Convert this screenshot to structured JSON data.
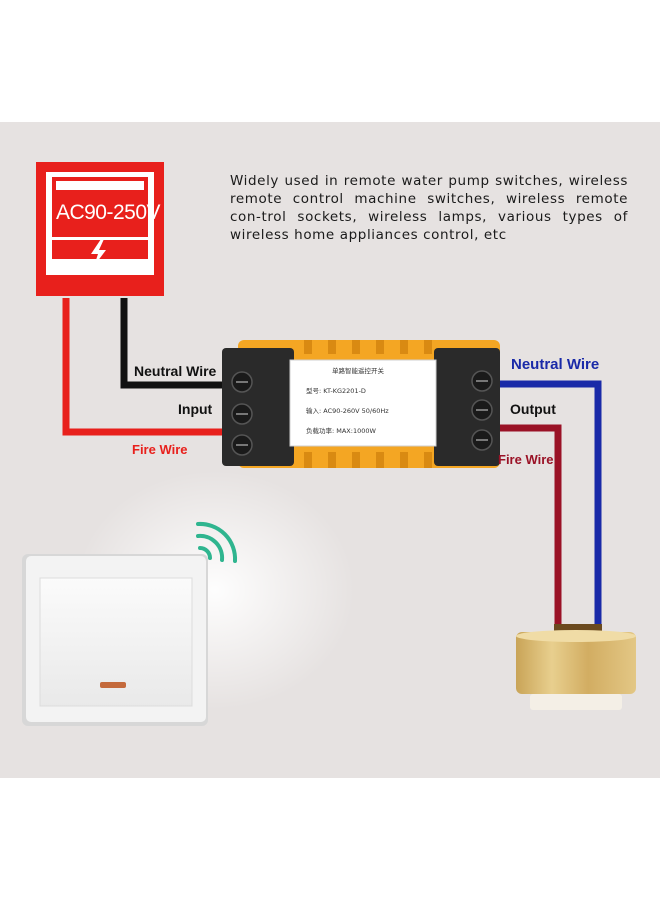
{
  "description": "Widely used in remote water pump switches, wireless remote control machine switches, wireless remote con-trol sockets, wireless lamps, various types of wireless home appliances control, etc",
  "meter": {
    "voltage_label": "AC90-250V",
    "lightning_icon": "lightning-icon"
  },
  "left_side": {
    "neutral_label": "Neutral Wire",
    "input_label": "Input",
    "fire_label": "Fire Wire"
  },
  "right_side": {
    "neutral_label": "Neutral Wire",
    "output_label": "Output",
    "fire_label": "Fire Wire"
  },
  "module_plate": {
    "heading": "单路智能遥控开关",
    "model": "型号: KT-KG2201-D",
    "input": "输入: AC90-260V 50/60Hz",
    "load": "负载功率: MAX:1000W"
  },
  "colors": {
    "meter_red": "#e8201c",
    "neutral_black": "#111111",
    "fire_red": "#e8201c",
    "neutral_blue": "#1a2aa8",
    "fire_darkred": "#9a1226",
    "module_orange": "#f4a623",
    "background": "#e6e2e1",
    "label_red": "#e8201c",
    "label_blue": "#1a2aa8"
  },
  "icons": [
    "lightning-icon",
    "wifi-signal-icon",
    "wall-switch-icon",
    "ceiling-lamp-icon",
    "terminal-screw-icon"
  ]
}
